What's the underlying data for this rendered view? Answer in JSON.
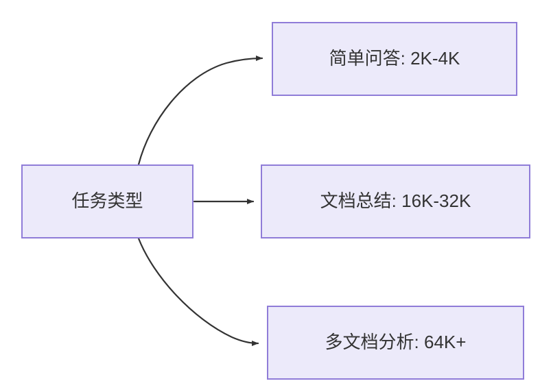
{
  "diagram": {
    "type": "flowchart",
    "direction": "left-to-right",
    "background_color": "#FFFFFF",
    "node_fill_color": "#ECEAFA",
    "node_border_color": "#8F7CD8",
    "node_text_color": "#333333",
    "edge_color": "#333333",
    "nodes": [
      {
        "id": "task-type",
        "label": "任务类型"
      },
      {
        "id": "simple-qa",
        "label": "简单问答: 2K-4K"
      },
      {
        "id": "doc-summary",
        "label": "文档总结: 16K-32K"
      },
      {
        "id": "multidoc-analysis",
        "label": "多文档分析: 64K+"
      }
    ],
    "edges": [
      {
        "id": "edge-task-to-simple-qa",
        "from": "task-type",
        "to": "simple-qa",
        "label": "",
        "style": "curved-arrow"
      },
      {
        "id": "edge-task-to-doc-summary",
        "from": "task-type",
        "to": "doc-summary",
        "label": "",
        "style": "straight-arrow"
      },
      {
        "id": "edge-task-to-multidoc-analysis",
        "from": "task-type",
        "to": "multidoc-analysis",
        "label": "",
        "style": "curved-arrow"
      }
    ]
  }
}
